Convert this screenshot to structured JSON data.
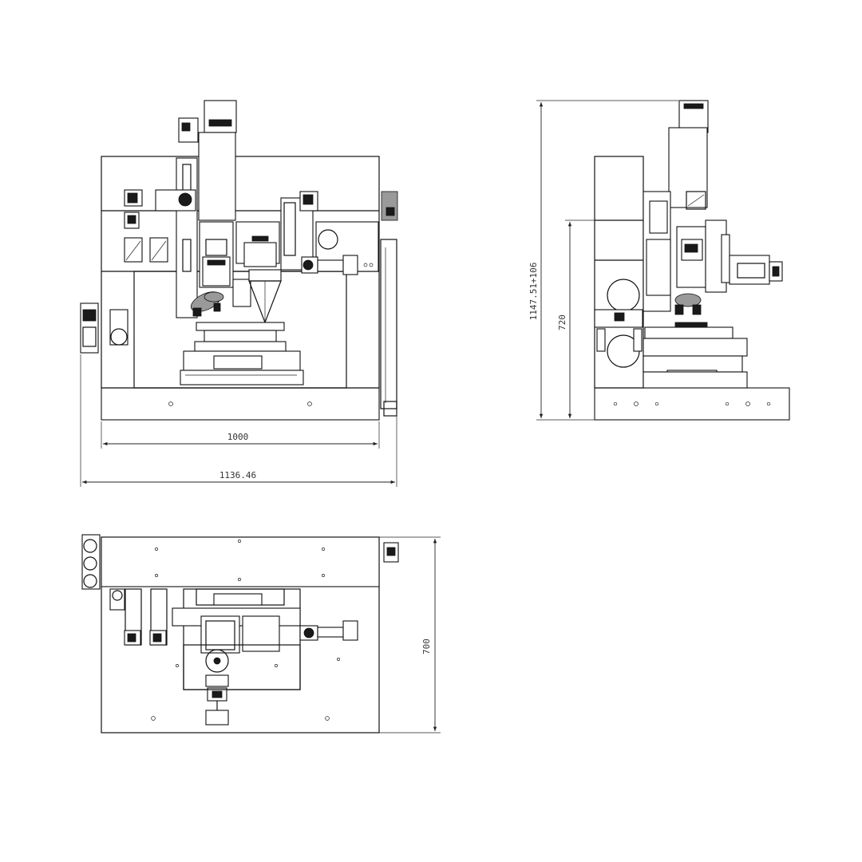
{
  "front_view": {
    "width_dimension": "1000",
    "overall_width_dimension": "1136.46"
  },
  "side_view": {
    "overall_height_dimension": "1147.51+106",
    "table_height_dimension": "720"
  },
  "top_view": {
    "depth_dimension": "700"
  }
}
